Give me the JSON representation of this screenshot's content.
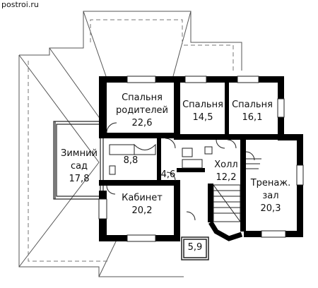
{
  "watermark": "postroi.ru",
  "rooms": {
    "parents_bedroom": {
      "name_l1": "Спальня",
      "name_l2": "родителей",
      "area": "22,6"
    },
    "bedroom_1": {
      "name": "Спальня",
      "area": "14,5"
    },
    "bedroom_2": {
      "name": "Спальня",
      "area": "16,1"
    },
    "winter_garden": {
      "name_l1": "Зимний",
      "name_l2": "сад",
      "area": "17,8"
    },
    "bathroom_1": {
      "area": "8,8"
    },
    "bathroom_2": {
      "area": "4,6"
    },
    "hall": {
      "name": "Холл",
      "area": "12,2"
    },
    "gym": {
      "name_l1": "Тренаж.",
      "name_l2": "зал",
      "area": "20,3"
    },
    "office": {
      "name": "Кабинет",
      "area": "20,2"
    },
    "balcony": {
      "area": "5,9"
    }
  }
}
